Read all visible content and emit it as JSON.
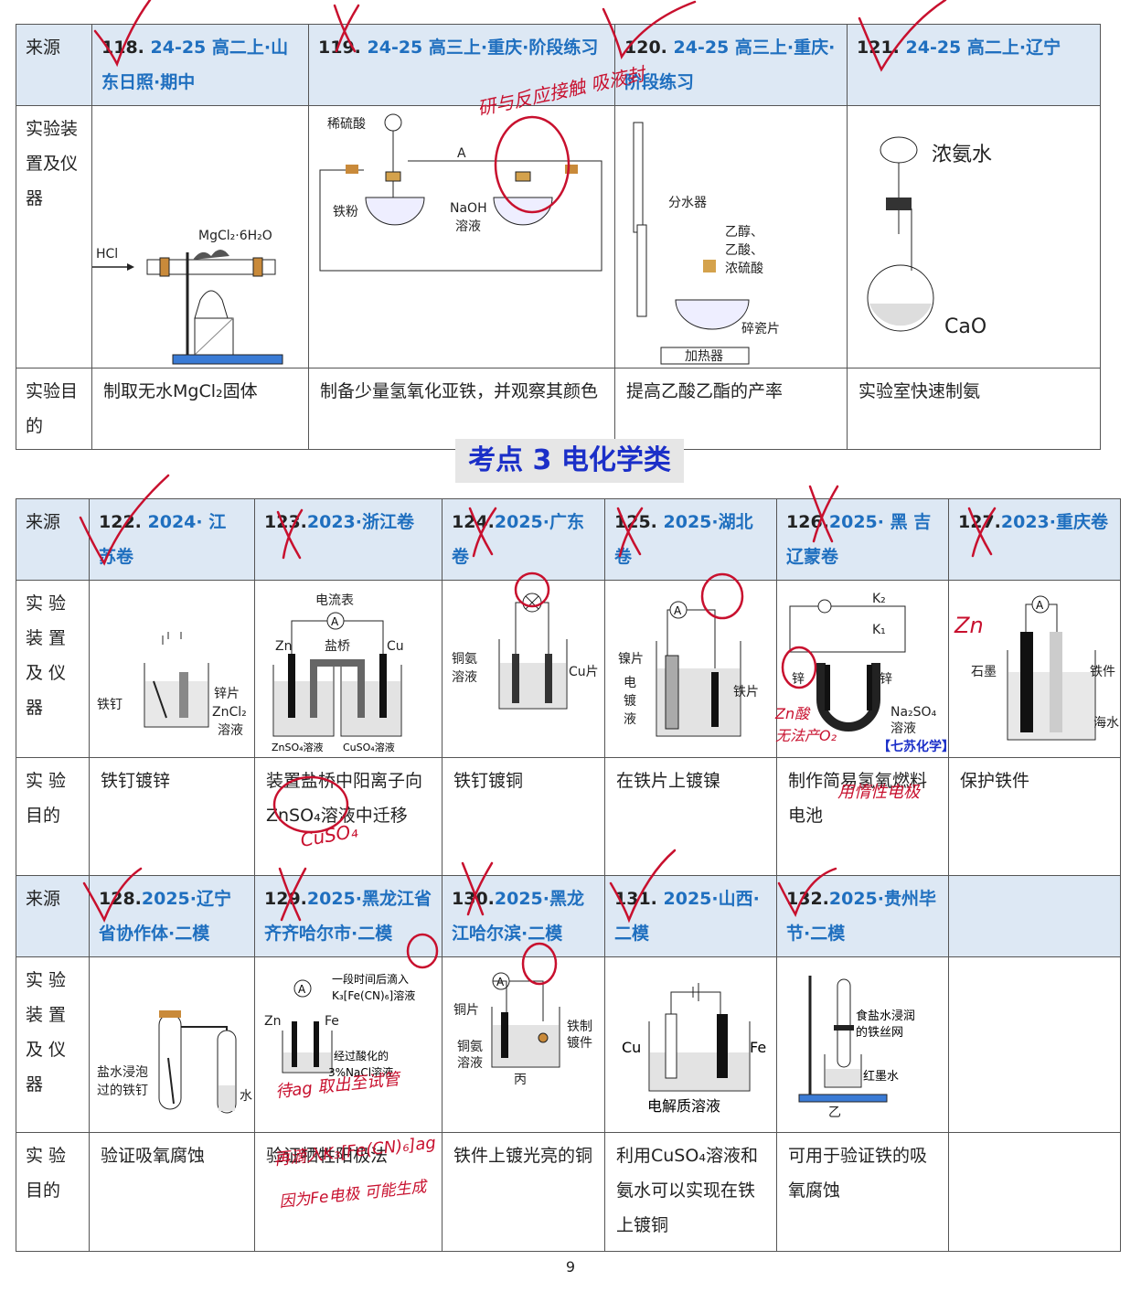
{
  "row_labels": {
    "source": "来源",
    "apparatus": "实验装置及仪器",
    "apparatus_sp": "实 验 装 置 及 仪 器",
    "purpose": "实验目的",
    "purpose_sp": "实 验 目的"
  },
  "section_title": "考点 3 电化学类",
  "table1": [
    {
      "num": "118.",
      "source": "24-25 高二上·山东日照·期中",
      "purpose": "制取无水MgCl₂固体",
      "labels": [
        "HCl",
        "MgCl₂·6H₂O"
      ]
    },
    {
      "num": "119.",
      "source": "24-25 高三上·重庆·阶段练习",
      "purpose": "制备少量氢氧化亚铁，并观察其颜色",
      "labels": [
        "稀硫酸",
        "A",
        "铁粉",
        "NaOH",
        "溶液"
      ]
    },
    {
      "num": "120.",
      "source": "24-25 高三上·重庆·阶段练习",
      "purpose": "提高乙酸乙酯的产率",
      "labels": [
        "分水器",
        "乙醇、",
        "乙酸、",
        "浓硫酸",
        "碎瓷片",
        "加热器"
      ]
    },
    {
      "num": "121.",
      "source": "24-25 高二上·辽宁",
      "purpose": "实验室快速制氨",
      "labels": [
        "浓氨水",
        "CaO"
      ]
    }
  ],
  "table2_row1": [
    {
      "num": "122.",
      "source": "2024· 江 苏卷",
      "purpose": "铁钉镀锌",
      "labels": [
        "铁钉",
        "锌片",
        "ZnCl₂",
        "溶液"
      ]
    },
    {
      "num": "123.",
      "source": "2023·浙江卷",
      "purpose": "装置盐桥中阳离子向ZnSO₄溶液中迁移",
      "labels": [
        "电流表",
        "盐桥",
        "Zn",
        "Cu",
        "ZnSO₄溶液",
        "CuSO₄溶液"
      ]
    },
    {
      "num": "124.",
      "source": "2025·广东卷",
      "purpose": "铁钉镀铜",
      "labels": [
        "铜氨",
        "溶液",
        "Cu片"
      ]
    },
    {
      "num": "125.",
      "source": "2025·湖北卷",
      "purpose": "在铁片上镀镍",
      "labels": [
        "镍片",
        "电",
        "镀",
        "液",
        "铁片"
      ]
    },
    {
      "num": "126.",
      "source": "2025· 黑 吉 辽蒙卷",
      "purpose": "制作简易氢氧燃料电池",
      "labels": [
        "K₂",
        "K₁",
        "锌",
        "锌",
        "Na₂SO₄",
        "溶液"
      ]
    },
    {
      "num": "127.",
      "source": "2023·重庆卷",
      "purpose": "保护铁件",
      "labels": [
        "石墨",
        "铁件",
        "海水"
      ]
    }
  ],
  "table2_row2": [
    {
      "num": "128.",
      "source": "2025·辽宁省协作体·二模",
      "purpose": "验证吸氧腐蚀",
      "labels": [
        "盐水浸泡",
        "过的铁钉",
        "水"
      ]
    },
    {
      "num": "129.",
      "source": "2025·黑龙江省齐齐哈尔市·二模",
      "purpose": "验证牺牲阳极法",
      "labels": [
        "一段时间后滴入",
        "K₃[Fe(CN)₆]溶液",
        "Zn",
        "Fe",
        "经过酸化的",
        "3%NaCl溶液"
      ]
    },
    {
      "num": "130.",
      "source": "2025·黑龙江哈尔滨·二模",
      "purpose": "铁件上镀光亮的铜",
      "labels": [
        "铜片",
        "铜氨",
        "溶液",
        "铁制",
        "镀件",
        "丙"
      ]
    },
    {
      "num": "131.",
      "source": "2025·山西·二模",
      "purpose": "利用CuSO₄溶液和氨水可以实现在铁上镀铜",
      "labels": [
        "Cu",
        "Fe",
        "电解质溶液"
      ]
    },
    {
      "num": "132.",
      "source": "2025·贵州毕节·二模",
      "purpose": "可用于验证铁的吸氧腐蚀",
      "labels": [
        "食盐水浸润",
        "的铁丝网",
        "红墨水",
        "乙"
      ]
    },
    {
      "num": "",
      "source": "",
      "purpose": "",
      "labels": []
    }
  ],
  "watermark": "【七苏化学】",
  "page_number": "9",
  "handwritten": {
    "n119": "研与反应接触 吸液封",
    "n123": "CuSO₄",
    "n126_a": "Zn酸",
    "n126_b": "无法产O₂",
    "n126_c": "用惰性电极",
    "n127": "Zn",
    "n129_a": "待ag 取出至试管",
    "n129_b": "再滴入K₃[Fe(CN)₆]ag",
    "n129_c": "因为Fe电极 可能生成"
  }
}
